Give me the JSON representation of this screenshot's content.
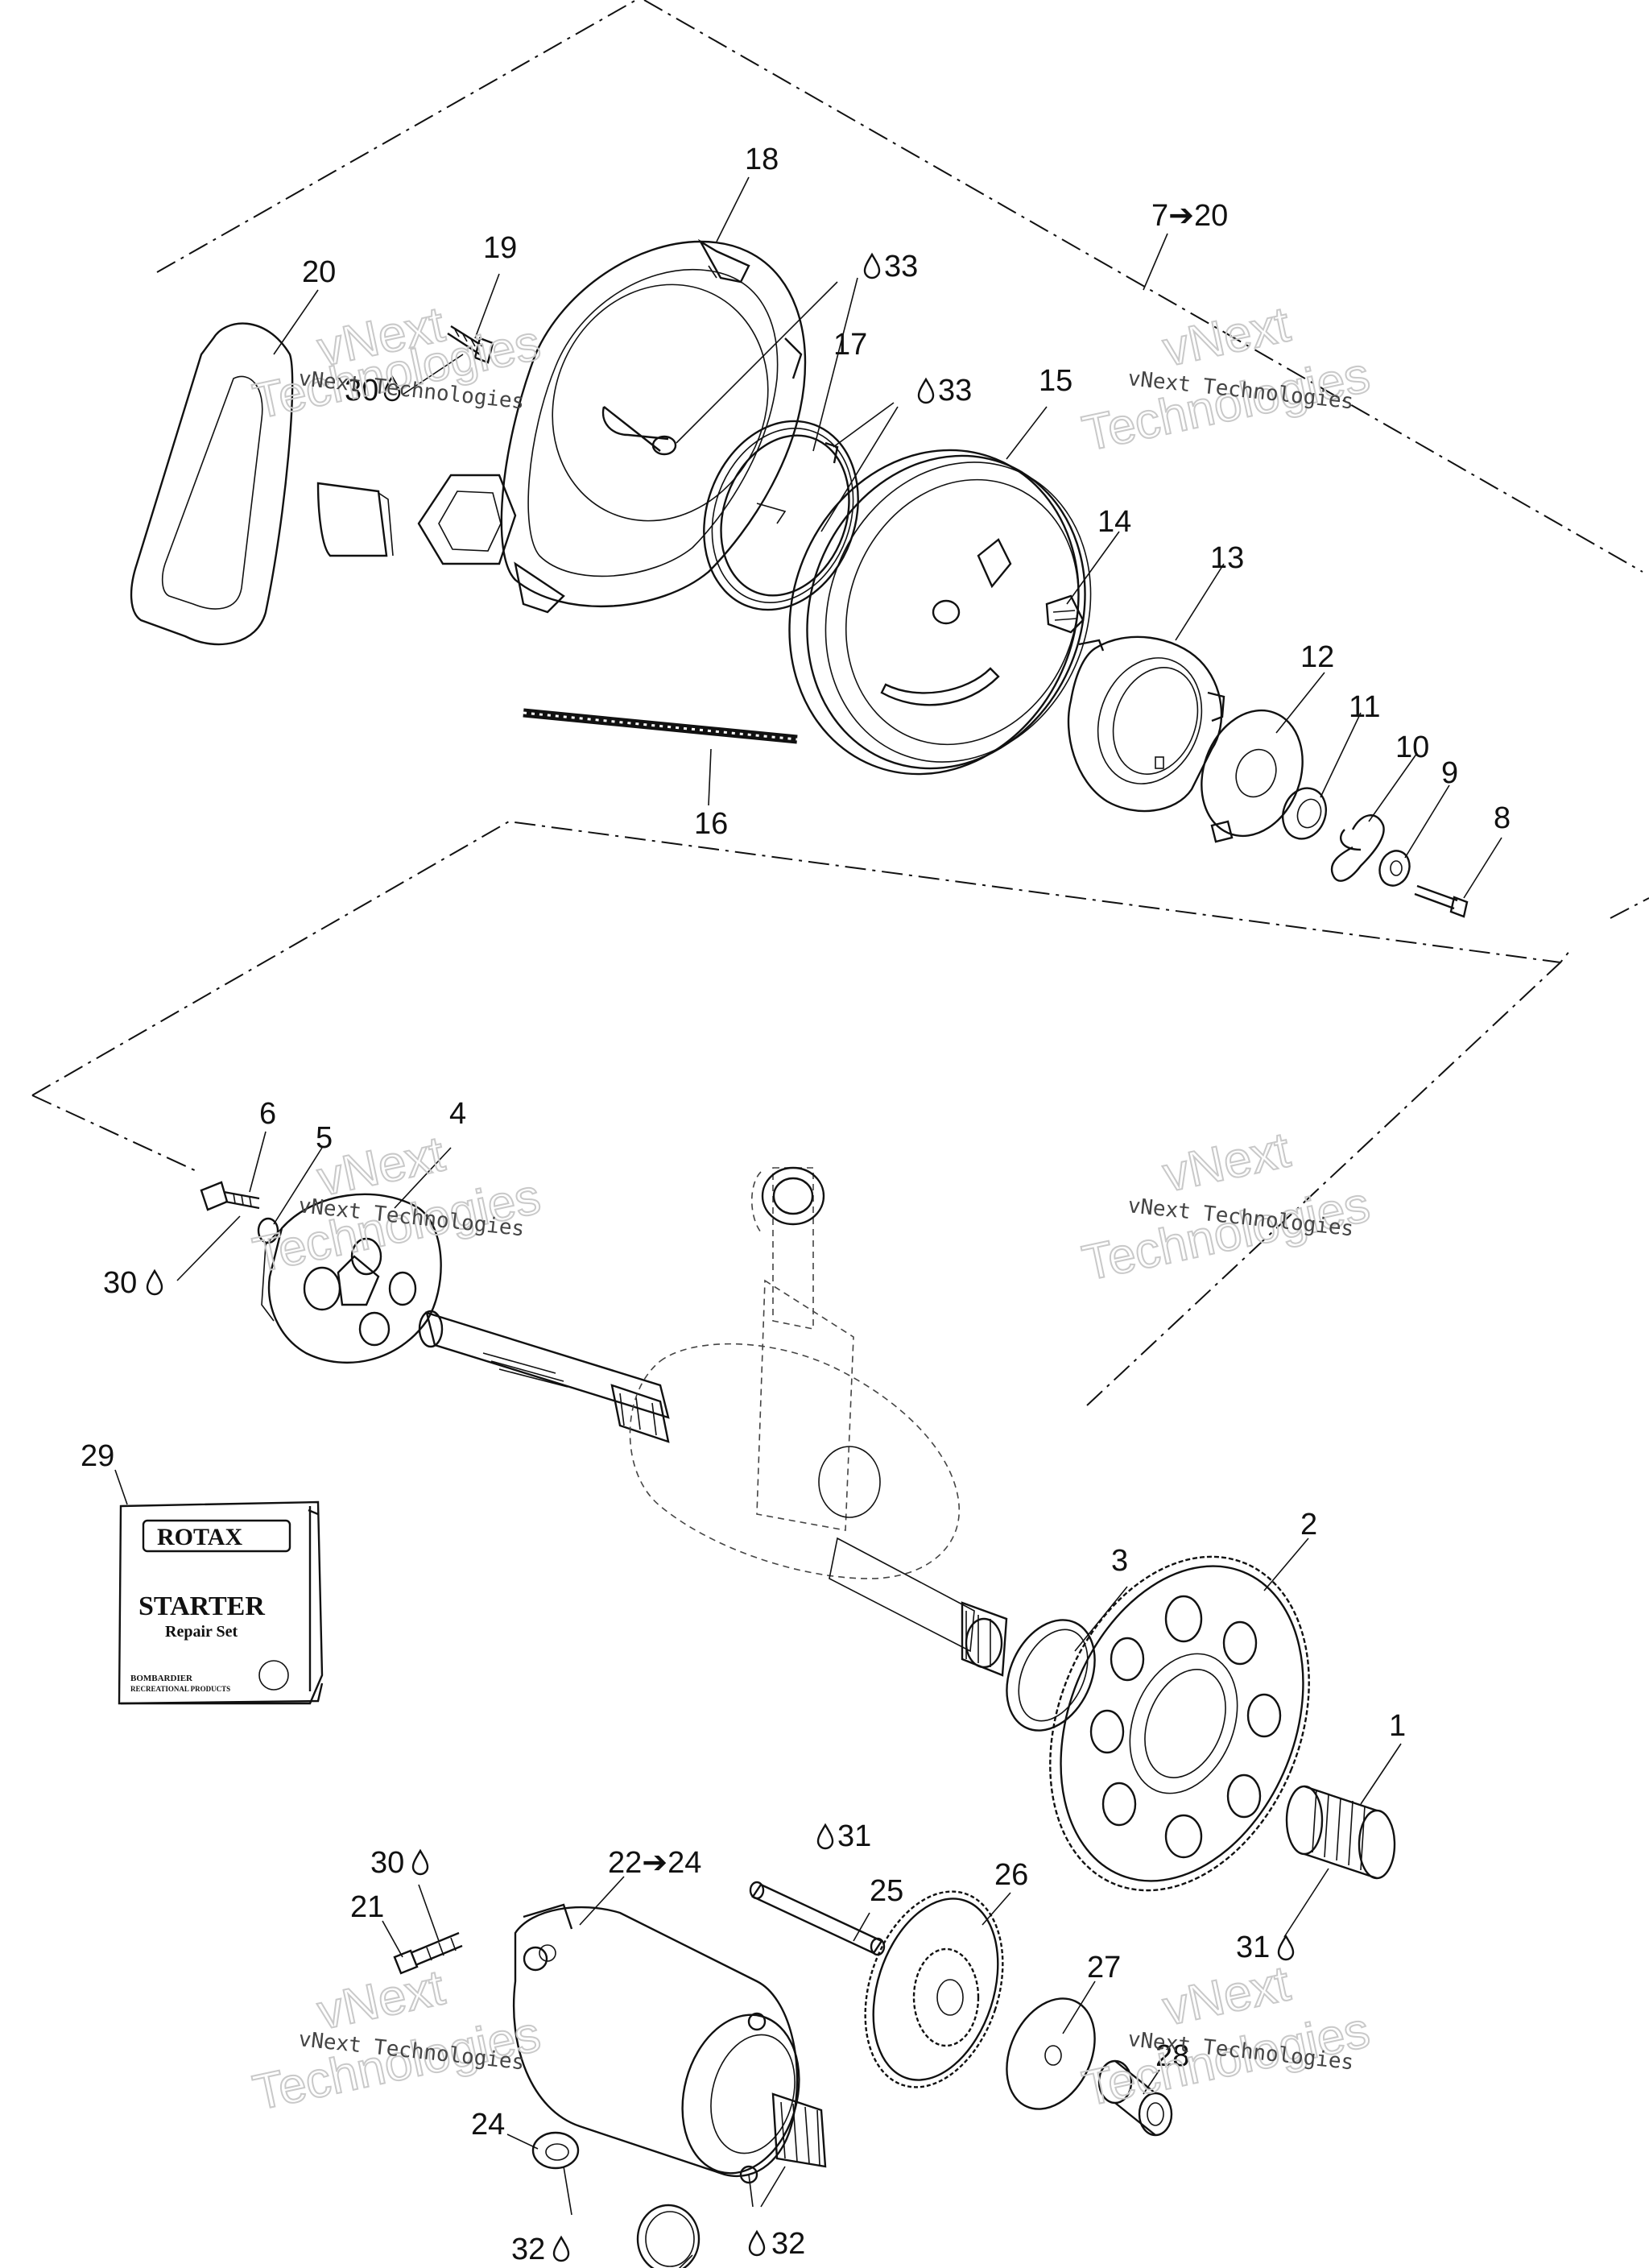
{
  "callouts": {
    "c1": "1",
    "c2": "2",
    "c3": "3",
    "c4": "4",
    "c5": "5",
    "c6": "6",
    "c7_20": "7➔20",
    "c8": "8",
    "c9": "9",
    "c10": "10",
    "c11": "11",
    "c12": "12",
    "c13": "13",
    "c14": "14",
    "c15": "15",
    "c16": "16",
    "c17": "17",
    "c18": "18",
    "c19": "19",
    "c20": "20",
    "c21": "21",
    "c22_24": "22➔24",
    "c24": "24",
    "c25": "25",
    "c26": "26",
    "c27": "27",
    "c28": "28",
    "c29": "29",
    "c30_top": "30",
    "c30_mid": "30",
    "c30_bot": "30",
    "c31_top": "31",
    "c31_bot": "31",
    "c32_left": "32",
    "c32_right": "32",
    "c33_a": "33",
    "c33_b": "33"
  },
  "watermark": {
    "line1": "vNext Technologies",
    "big1": "vNext",
    "big2": "Technologies"
  },
  "booklet": {
    "brand": "ROTAX",
    "title": "STARTER",
    "subtitle": "Repair Set",
    "maker": "BOMBARDIER",
    "maker_sub": "RECREATIONAL PRODUCTS"
  },
  "icons": {
    "drop": "drop-icon",
    "arrow": "arrow-right-icon"
  }
}
